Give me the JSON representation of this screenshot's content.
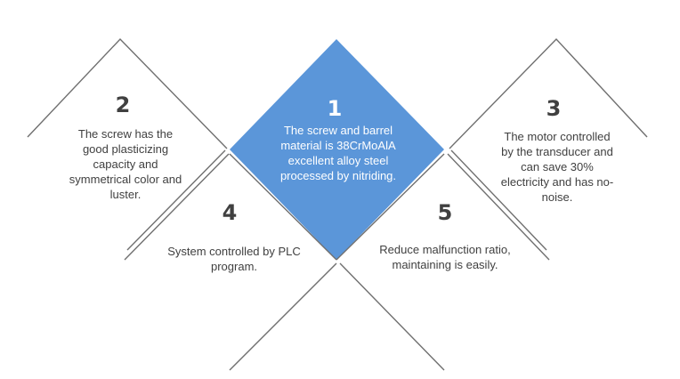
{
  "colors": {
    "accent": "#5b96d9",
    "line": "#6f6f6f",
    "text": "#404040",
    "on_accent": "#ffffff"
  },
  "items": [
    {
      "number": "1",
      "text": "The screw and barrel material is 38CrMoAlA excellent alloy steel processed by nitriding."
    },
    {
      "number": "2",
      "text": "The screw has the good plasticizing capacity and symmetrical color and luster."
    },
    {
      "number": "3",
      "text": "The motor controlled by the transducer and can save 30% electricity and has no-noise."
    },
    {
      "number": "4",
      "text": "System controlled by PLC program."
    },
    {
      "number": "5",
      "text": "Reduce malfunction ratio, maintaining is easily."
    }
  ]
}
